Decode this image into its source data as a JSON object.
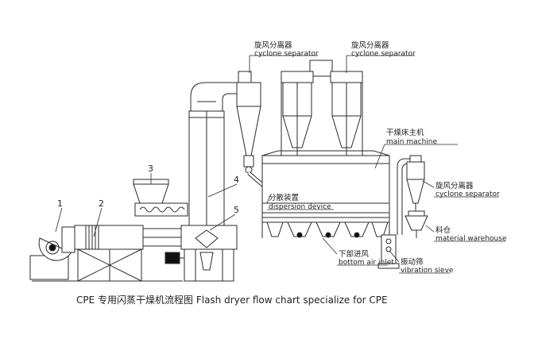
{
  "colors": {
    "line": "#2a2a2a",
    "fill": "#ffffff",
    "dark": "#111111"
  },
  "labels": {
    "cyclone_top_cn": "旋风分离器",
    "cyclone_top_en": "cyclone separator",
    "cyclone_top2_cn": "旋风分离器",
    "cyclone_top2_en": "cyclone separator",
    "main_machine_cn": "干燥床主机",
    "main_machine_en": "main machine",
    "dispersion_cn": "分散装置",
    "dispersion_en": "dispersion device",
    "cyclone_right_cn": "旋风分离器",
    "cyclone_right_en": "cyclone separator",
    "warehouse_cn": "料仓",
    "warehouse_en": "material warehouse",
    "bottom_air_cn": "下部进风",
    "bottom_air_en": "bottom air inlet",
    "vibration_cn": "振动筛",
    "vibration_en": "vibration sieve"
  },
  "numbers": [
    "1",
    "2",
    "3",
    "4",
    "5"
  ],
  "caption": "CPE 专用闪蒸干燥机流程图   Flash dryer flow chart specialize for CPE"
}
